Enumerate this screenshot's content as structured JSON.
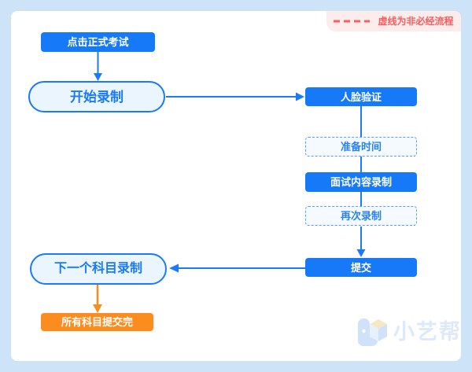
{
  "legend": {
    "label": "虚线为非必经流程"
  },
  "nodes": {
    "start_exam": "点击正式考试",
    "start_record": "开始录制",
    "face_verify": "人脸验证",
    "prep_time": "准备时间",
    "interview_record": "面试内容录制",
    "re_record": "再次录制",
    "submit": "提交",
    "next_subject": "下一个科目录制",
    "all_submitted": "所有科目提交完"
  },
  "watermark": {
    "brand": "小艺帮"
  },
  "colors": {
    "accent_blue": "#1679f7",
    "accent_orange": "#fb8c1e",
    "legend_red": "#f75e5e",
    "legend_bg": "#fdecec",
    "canvas_bg": "#cde3f8",
    "dashed_fill": "#f4faff",
    "pill_fill": "#ebf5fe",
    "watermark_blue": "#dce9fc"
  }
}
